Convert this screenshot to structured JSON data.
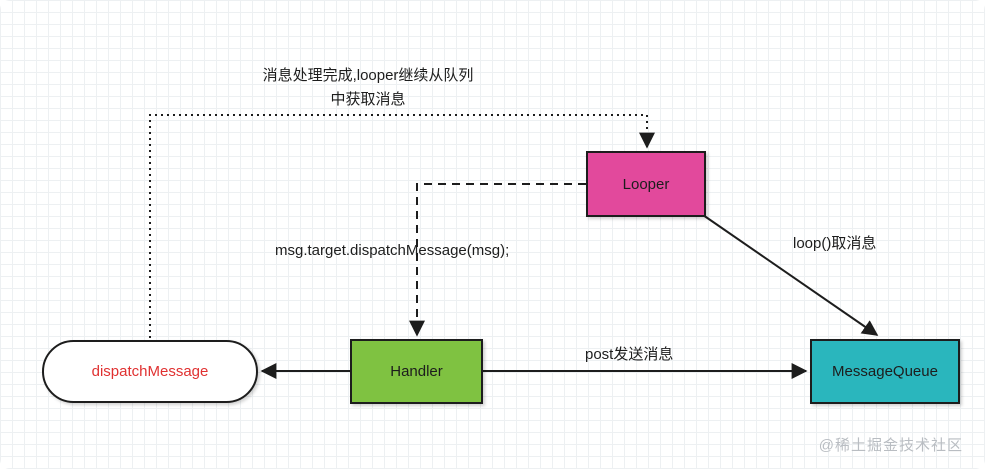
{
  "nodes": {
    "looper": {
      "label": "Looper",
      "fill": "#e2499c"
    },
    "handler": {
      "label": "Handler",
      "fill": "#7fc241"
    },
    "message_queue": {
      "label": "MessageQueue",
      "fill": "#2ab6bd"
    },
    "dispatch_message": {
      "label": "dispatchMessage",
      "fill": "#ffffff",
      "text_color": "#e03131"
    }
  },
  "edges": {
    "loop_continue": {
      "style": "dotted",
      "label_line1": "消息处理完成,looper继续从队列",
      "label_line2": "中获取消息"
    },
    "dispatch_call": {
      "style": "dashed",
      "label": "msg.target.dispatchMessage(msg);"
    },
    "loop_take": {
      "style": "solid",
      "label": "loop()取消息"
    },
    "post_send": {
      "style": "solid",
      "label": "post发送消息"
    },
    "handler_to_dispatch": {
      "style": "solid",
      "label": ""
    }
  },
  "watermark": "@稀土掘金技术社区",
  "colors": {
    "line": "#1d1d1d",
    "grid": "#edf0f2",
    "background": "#ffffff"
  }
}
